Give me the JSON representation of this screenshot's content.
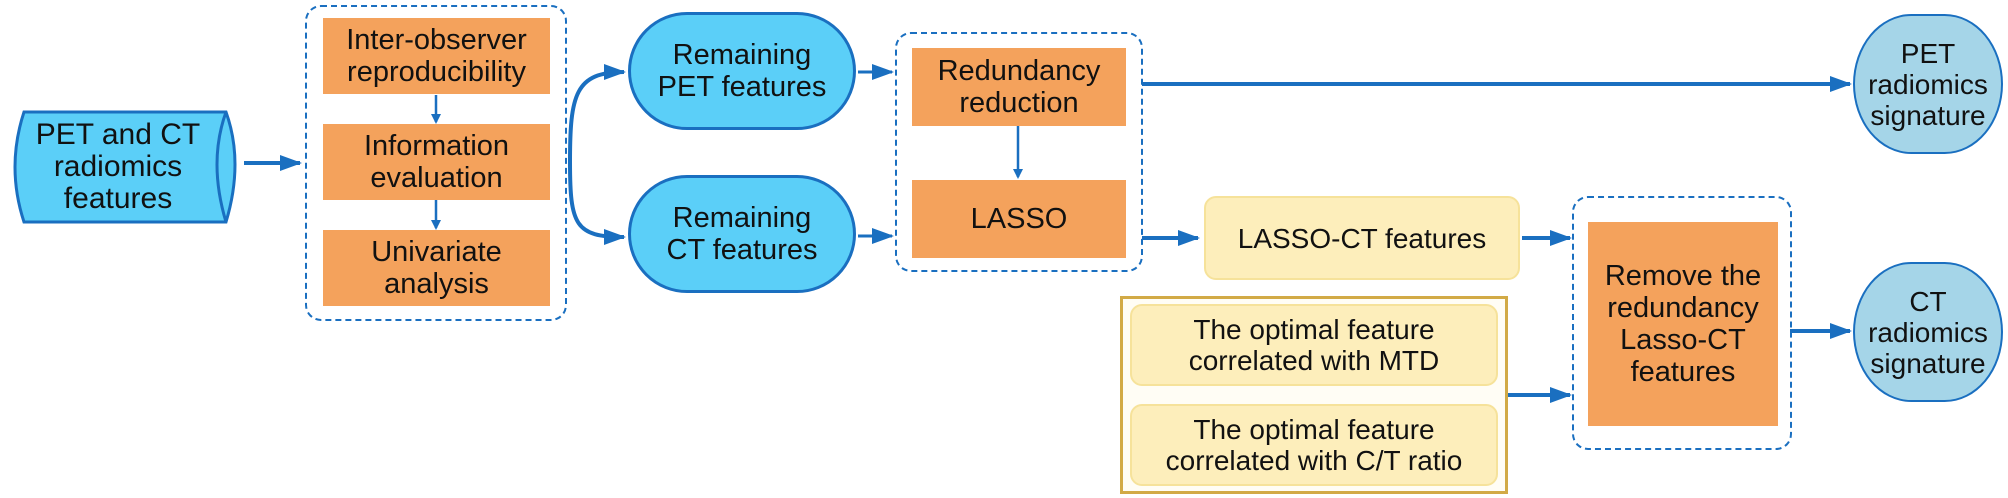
{
  "nodes": {
    "input": "PET and CT\nradiomics\nfeatures",
    "inter_observer": "Inter-observer\nreproducibility",
    "information": "Information\nevaluation",
    "univariate": "Univariate\nanalysis",
    "remaining_pet": "Remaining\nPET features",
    "remaining_ct": "Remaining\nCT features",
    "redundancy": "Redundancy\nreduction",
    "lasso": "LASSO",
    "lasso_ct": "LASSO-CT features",
    "mtd": "The optimal  feature\ncorrelated with MTD",
    "ct_ratio": "The optimal  feature\ncorrelated with C/T ratio",
    "remove_redundancy": "Remove the\nredundancy\nLasso-CT\nfeatures",
    "pet_signature": "PET\nradiomics\nsignature",
    "ct_signature": "CT\nradiomics\nsignature"
  },
  "colors": {
    "arrow": "#1a6fc0",
    "process_box": "#f4a25c",
    "feature_pill": "#5bcff8",
    "signature": "#a5d5e8",
    "highlight_box": "#fdeebb",
    "gold_frame": "#d2aa46"
  }
}
